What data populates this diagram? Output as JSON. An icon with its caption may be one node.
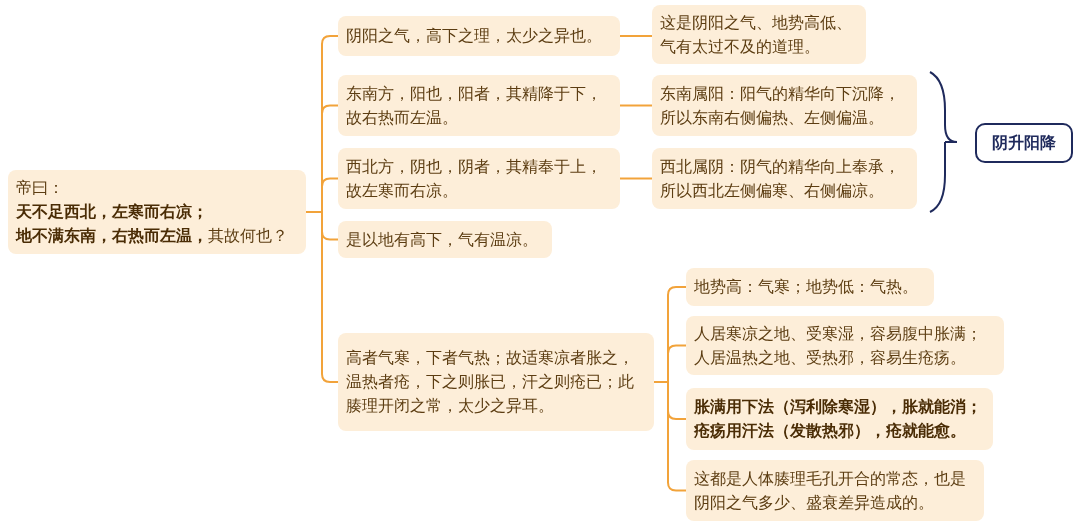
{
  "diagram": {
    "nodes": [
      {
        "text": [
          "帝曰：",
          "**天不足西北，左寒而右凉；**",
          "**地不满东南，右热而左温，**其故何也？"
        ]
      },
      {
        "text": [
          "阴阳之气，高下之理，太少之异也。"
        ]
      },
      {
        "text": [
          "东南方，阳也，阳者，其精降于下，故右热而左温。"
        ]
      },
      {
        "text": [
          "西北方，阴也，阴者，其精奉于上，故左寒而右凉。"
        ]
      },
      {
        "text": [
          "是以地有高下，气有温凉。"
        ]
      },
      {
        "text": [
          "高者气寒，下者气热；故适寒凉者胀之，温热者疮，下之则胀已，汗之则疮已；此腠理开闭之常，太少之异耳。"
        ]
      },
      {
        "text": [
          "这是阴阳之气、地势高低、气有太过不及的道理。"
        ]
      },
      {
        "text": [
          "东南属阳：阳气的精华向下沉降，所以东南右侧偏热、左侧偏温。"
        ]
      },
      {
        "text": [
          "西北属阴：阴气的精华向上奉承，所以西北左侧偏寒、右侧偏凉。"
        ]
      },
      {
        "text": [
          "阴升阳降"
        ]
      },
      {
        "text": [
          "地势高：气寒；地势低：气热。"
        ]
      },
      {
        "text": [
          "人居寒凉之地、受寒湿，容易腹中胀满；人居温热之地、受热邪，容易生疮疡。"
        ]
      },
      {
        "text": [
          "胀满用下法（泻利除寒湿），胀就能消；疮疡用汗法（发散热邪），疮就能愈。"
        ]
      },
      {
        "text": [
          "这都是人体腠理毛孔开合的常态，也是阴阳之气多少、盛衰差异造成的。"
        ]
      }
    ],
    "edges": [
      {
        "from": 0,
        "to": 1,
        "arrow": "none"
      },
      {
        "from": 0,
        "to": 2,
        "arrow": "none"
      },
      {
        "from": 0,
        "to": 3,
        "arrow": "none"
      },
      {
        "from": 0,
        "to": 4,
        "arrow": "none"
      },
      {
        "from": 0,
        "to": 5,
        "arrow": "none"
      },
      {
        "from": 1,
        "to": 6,
        "arrow": "none"
      },
      {
        "from": 2,
        "to": 7,
        "arrow": "none"
      },
      {
        "from": 3,
        "to": 8,
        "arrow": "none"
      },
      {
        "from": 5,
        "to": 10,
        "arrow": "none"
      },
      {
        "from": 5,
        "to": 11,
        "arrow": "none"
      },
      {
        "from": 5,
        "to": 12,
        "arrow": "none"
      },
      {
        "from": 5,
        "to": 13,
        "arrow": "none"
      }
    ]
  }
}
